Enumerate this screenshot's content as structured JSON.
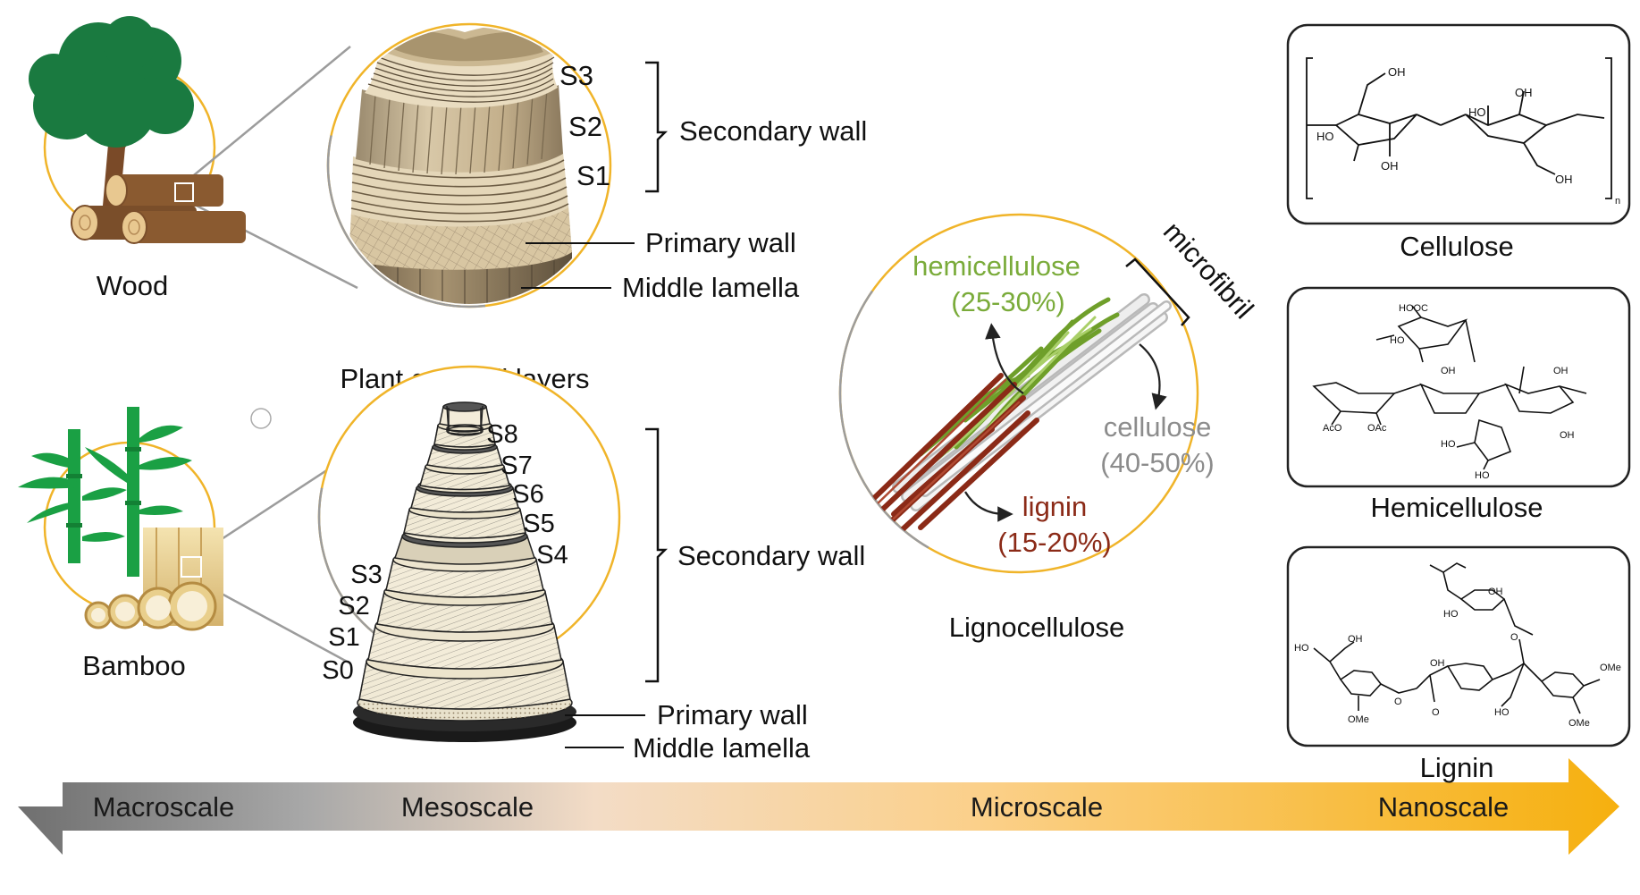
{
  "macro": {
    "wood_label": "Wood",
    "bamboo_label": "Bamboo"
  },
  "wood_wall": {
    "layers": [
      "S3",
      "S2",
      "S1"
    ],
    "secondary_wall": "Secondary wall",
    "primary_wall": "Primary wall",
    "middle_lamella": "Middle lamella",
    "caption": "Plant cell wall layers"
  },
  "bamboo_wall": {
    "layers": [
      "S8",
      "S7",
      "S6",
      "S5",
      "S4",
      "S3",
      "S2",
      "S1",
      "S0"
    ],
    "secondary_wall": "Secondary wall",
    "primary_wall": "Primary wall",
    "middle_lamella": "Middle lamella"
  },
  "lignocellulose": {
    "caption": "Lignocellulose",
    "microfibril": "microfibril",
    "hemicellulose": "hemicellulose",
    "hemicellulose_pct": "(25-30%)",
    "cellulose": "cellulose",
    "cellulose_pct": "(40-50%)",
    "lignin": "lignin",
    "lignin_pct": "(15-20%)",
    "colors": {
      "hemicellulose": "#7aab3a",
      "cellulose": "#8c8c8c",
      "lignin": "#8b2a17"
    }
  },
  "molecules": {
    "cellulose": "Cellulose",
    "hemicellulose": "Hemicellulose",
    "lignin": "Lignin",
    "cellulose_groups": [
      "OH",
      "HO",
      "OH",
      "HO",
      "OH",
      "OH",
      "n"
    ],
    "hemicellulose_groups": [
      "HOOC",
      "HO",
      "OH",
      "OH",
      "AcO",
      "OAc",
      "HO",
      "OH",
      "HO"
    ],
    "lignin_groups": [
      "OH",
      "HO",
      "HO",
      "OH",
      "OH",
      "OMe",
      "O",
      "HO",
      "OMe",
      "OMe",
      "O",
      "O"
    ]
  },
  "scale_bar": {
    "labels": [
      "Macroscale",
      "Mesoscale",
      "Microscale",
      "Nanoscale"
    ],
    "colors": {
      "start": "#7d7d7d",
      "end": "#f6b51b",
      "circle_ring": "#f0b429"
    }
  }
}
